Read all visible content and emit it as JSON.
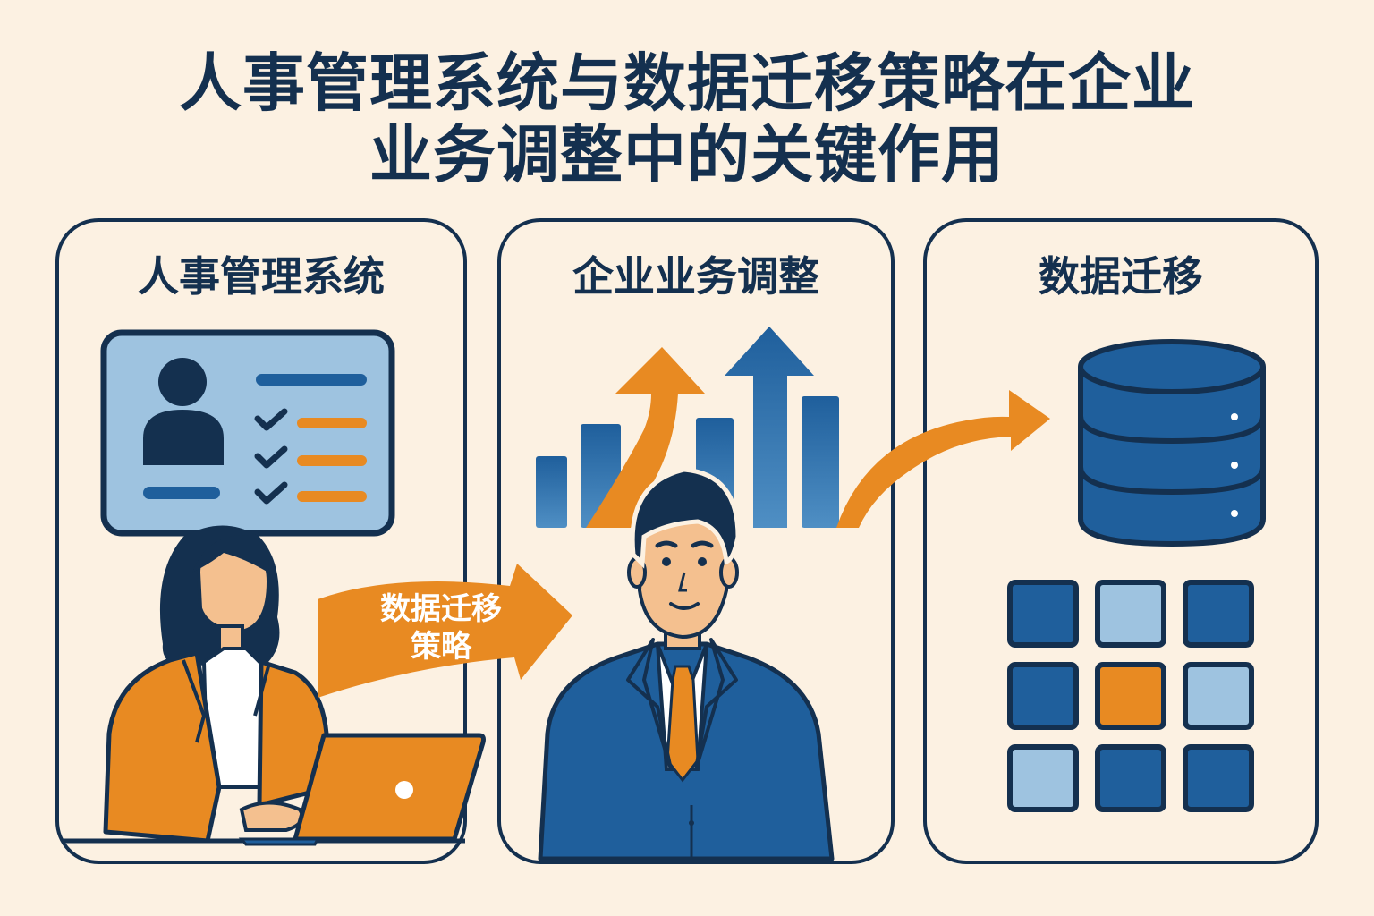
{
  "title": {
    "line1": "人事管理系统与数据迁移策略在企业",
    "line2": "业务调整中的关键作用"
  },
  "panels": [
    {
      "title": "人事管理系统",
      "icons": [
        "employee-profile-card-icon",
        "woman-at-laptop-illustration"
      ]
    },
    {
      "title": "企业业务调整",
      "icons": [
        "bar-chart-up-arrows-icon",
        "businessman-illustration"
      ]
    },
    {
      "title": "数据迁移",
      "icons": [
        "database-icon",
        "data-grid-icon"
      ]
    }
  ],
  "ribbon": {
    "line1": "数据迁移",
    "line2": "策略"
  },
  "grid_colors": [
    "#1f5f9c",
    "#9ec3e0",
    "#1f5f9c",
    "#1f5f9c",
    "#e88a22",
    "#9ec3e0",
    "#9ec3e0",
    "#1f5f9c",
    "#1f5f9c"
  ],
  "colors": {
    "background": "#fcf1e2",
    "navy": "#14304f",
    "blue": "#1f5f9c",
    "light_blue": "#9ec3e0",
    "orange": "#e88a22",
    "skin": "#f4c08f"
  }
}
